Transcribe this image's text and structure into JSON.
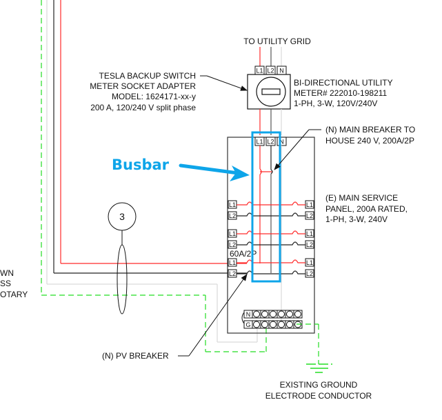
{
  "colors": {
    "line1": "#ff2a2a",
    "line2": "#222222",
    "neutral": "#d9d9d9",
    "ground": "#22dd22",
    "highlight": "#0ea5e9",
    "text": "#111111"
  },
  "labels": {
    "utility_grid": "TO UTILITY GRID",
    "meter_adapter": [
      "TESLA BACKUP SWITCH",
      "METER SOCKET ADAPTER",
      "MODEL: 1624171-xx-y",
      "200 A, 120/240 V split phase"
    ],
    "utility_meter": [
      "BI-DIRECTIONAL UTILITY",
      "METER# 222010-198211",
      "1-PH, 3-W, 120V/240V"
    ],
    "main_breaker": [
      "(N) MAIN BREAKER TO",
      "HOUSE 240 V, 200A/2P"
    ],
    "main_panel": [
      "(E) MAIN SERVICE",
      "PANEL, 200A RATED,",
      "1-PH, 3-W, 240V"
    ],
    "pv_breaker_rating": "60A/2P",
    "pv_breaker": "(N) PV BREAKER",
    "ground_electrode": [
      "EXISTING GROUND",
      "ELECTRODE CONDUCTOR"
    ],
    "busbar_callout": "Busbar",
    "conduit_tag": "3",
    "left_cut_text": [
      "WN",
      "SS",
      "OTARY"
    ]
  },
  "terminals": {
    "meter_top": [
      "L1",
      "L2",
      "N"
    ],
    "panel_top": [
      "L1",
      "L2",
      "N"
    ],
    "breaker_rows": [
      "L1",
      "L2",
      "L1",
      "L2",
      "L1",
      "L2"
    ],
    "neutral_bar": "N",
    "ground_bar": "G"
  }
}
